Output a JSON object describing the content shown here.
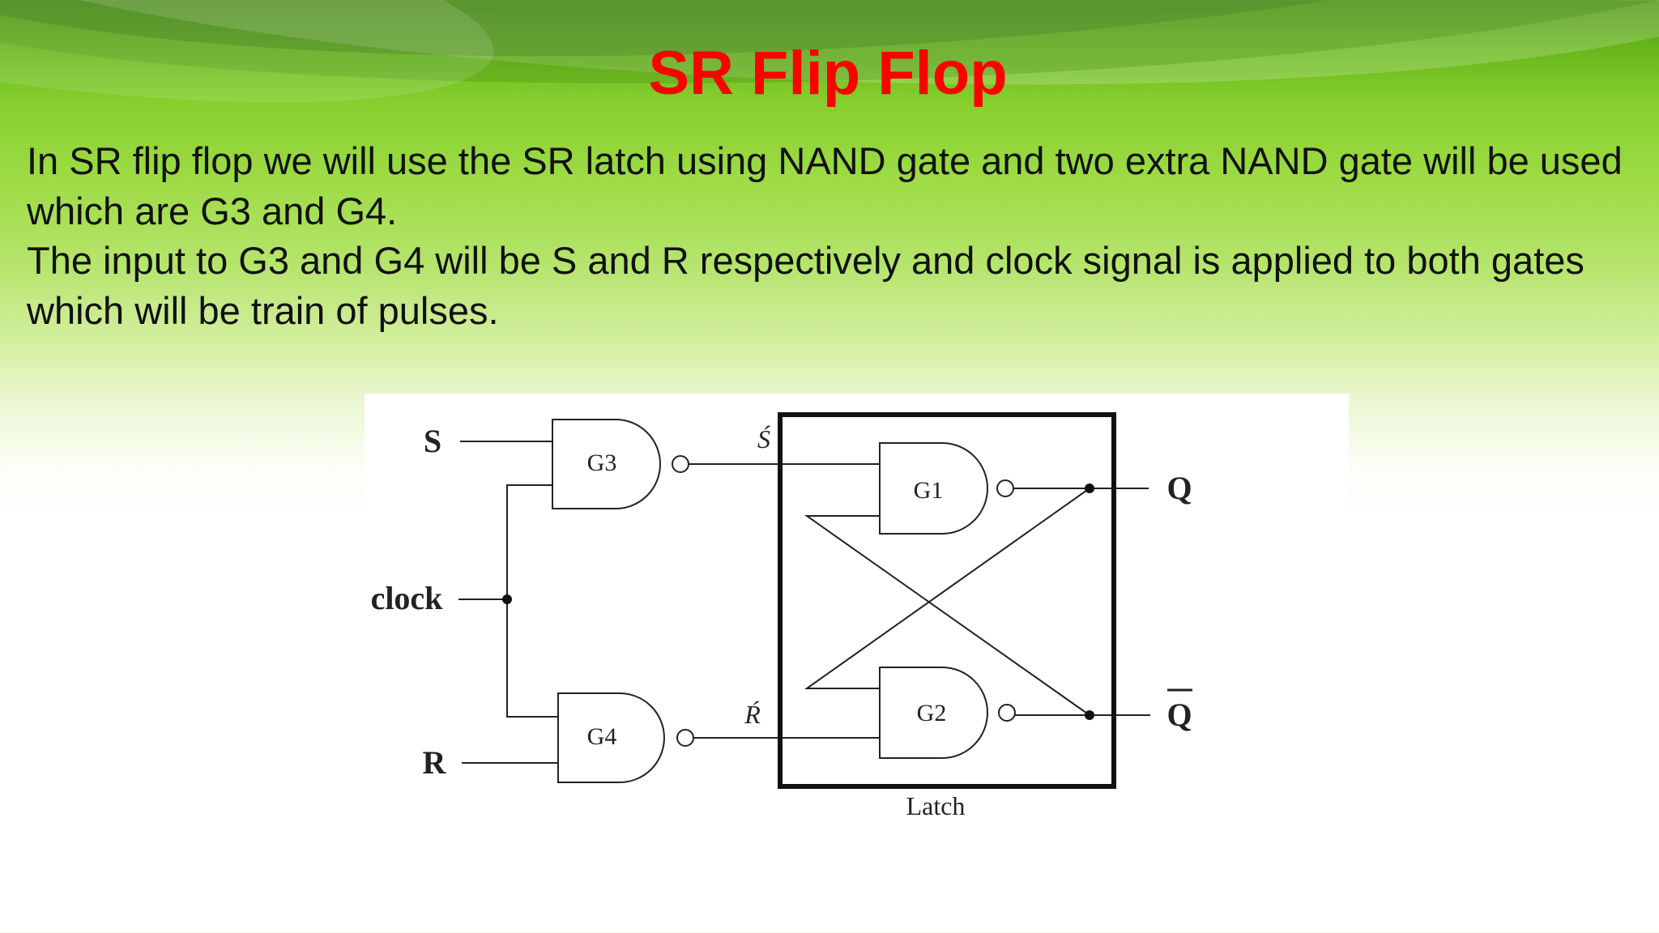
{
  "slide": {
    "title": "SR Flip Flop",
    "paragraph_1": "In SR flip flop we will use the SR latch using NAND gate and two extra NAND gate will be used which are G3 and G4.",
    "paragraph_2": "The input to G3 and G4 will be S and R respectively and clock signal is applied to both gates which will be train of pulses."
  },
  "diagram": {
    "inputs": {
      "s": "S",
      "clock": "clock",
      "r": "R"
    },
    "gates": {
      "g1": "G1",
      "g2": "G2",
      "g3": "G3",
      "g4": "G4"
    },
    "intermediate": {
      "s_prime": "Ś",
      "r_prime": "Ŕ"
    },
    "outputs": {
      "q": "Q",
      "q_bar": "Q"
    },
    "latch_label": "Latch"
  },
  "colors": {
    "title": "#ff0000",
    "text": "#111111",
    "lines": "#222222"
  }
}
